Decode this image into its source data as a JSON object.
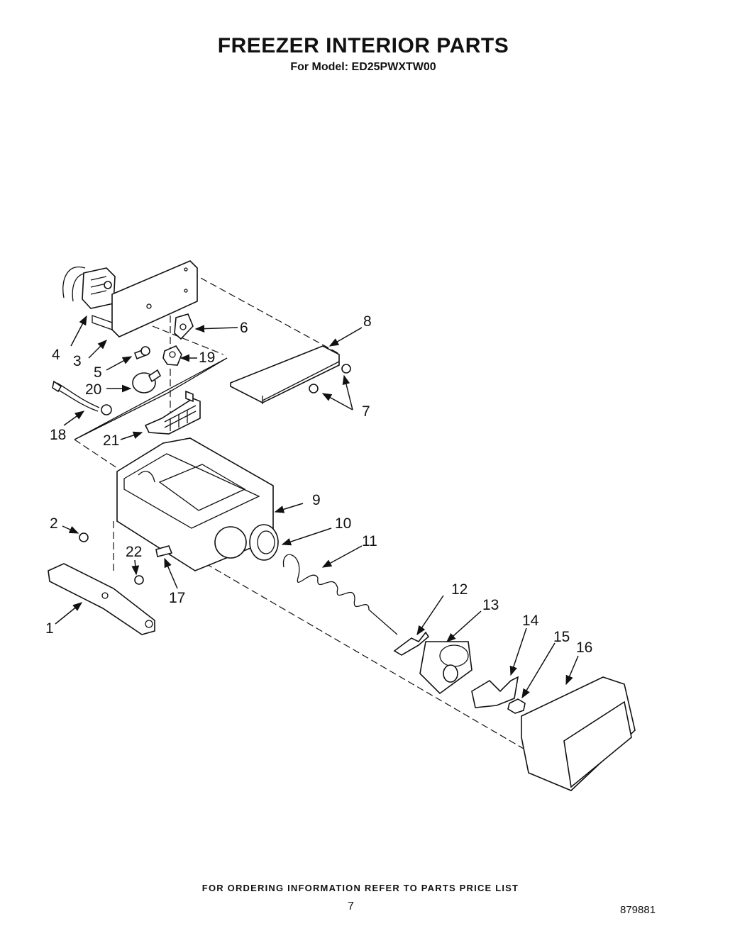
{
  "header": {
    "title": "FREEZER INTERIOR PARTS",
    "subtitle": "For Model: ED25PWXTW00"
  },
  "footer": {
    "note": "FOR ORDERING INFORMATION REFER TO PARTS PRICE LIST",
    "page_number": "7",
    "code": "879881"
  },
  "callouts": [
    "1",
    "2",
    "3",
    "4",
    "5",
    "6",
    "7",
    "8",
    "9",
    "10",
    "11",
    "12",
    "13",
    "14",
    "15",
    "16",
    "17",
    "18",
    "19",
    "20",
    "21",
    "22"
  ]
}
